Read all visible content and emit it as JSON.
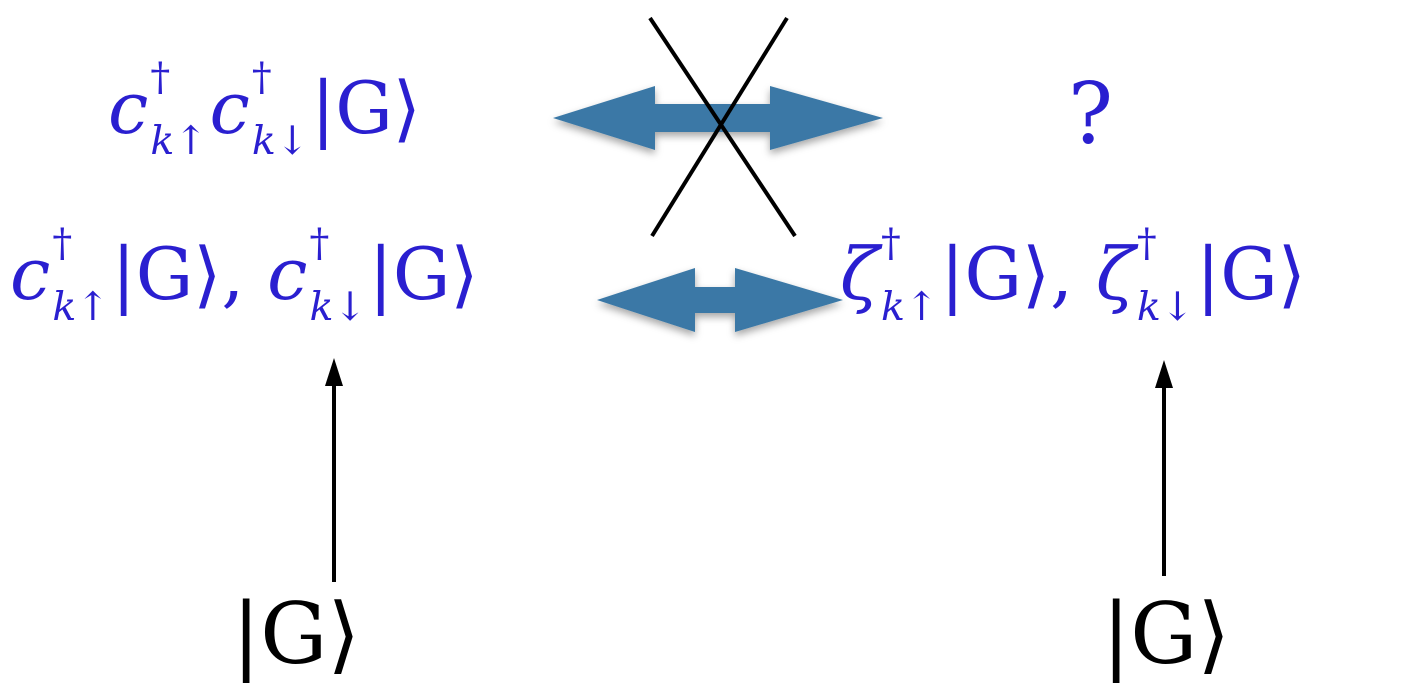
{
  "diagram": {
    "top_left": {
      "op1": "c",
      "op1_sup": "†",
      "op1_sub": "k↑",
      "op2": "c",
      "op2_sup": "†",
      "op2_sub": "k↓",
      "ket": "|G⟩"
    },
    "top_right": {
      "text": "?"
    },
    "mid_left": {
      "op1": "c",
      "op1_sup": "†",
      "op1_sub": "k↑",
      "ket1": "|G⟩",
      "comma": ",",
      "op2": "c",
      "op2_sup": "†",
      "op2_sub": "k↓",
      "ket2": "|G⟩"
    },
    "mid_right": {
      "op1": "ζ",
      "op1_sup": "†",
      "op1_sub": "k↑",
      "ket1": "|G⟩",
      "comma": ",",
      "op2": "ζ",
      "op2_sup": "†",
      "op2_sub": "k↓",
      "ket2": "|G⟩"
    },
    "bottom_left": {
      "ket": "|G⟩"
    },
    "bottom_right": {
      "ket": "|G⟩"
    },
    "colors": {
      "math_text": "#2a1fd0",
      "arrow_fill": "#3a78a6",
      "line": "#000000"
    },
    "icons": {
      "double_arrow": "double-arrow-icon",
      "cross": "cross-icon",
      "up_arrow": "up-arrow-icon"
    }
  }
}
